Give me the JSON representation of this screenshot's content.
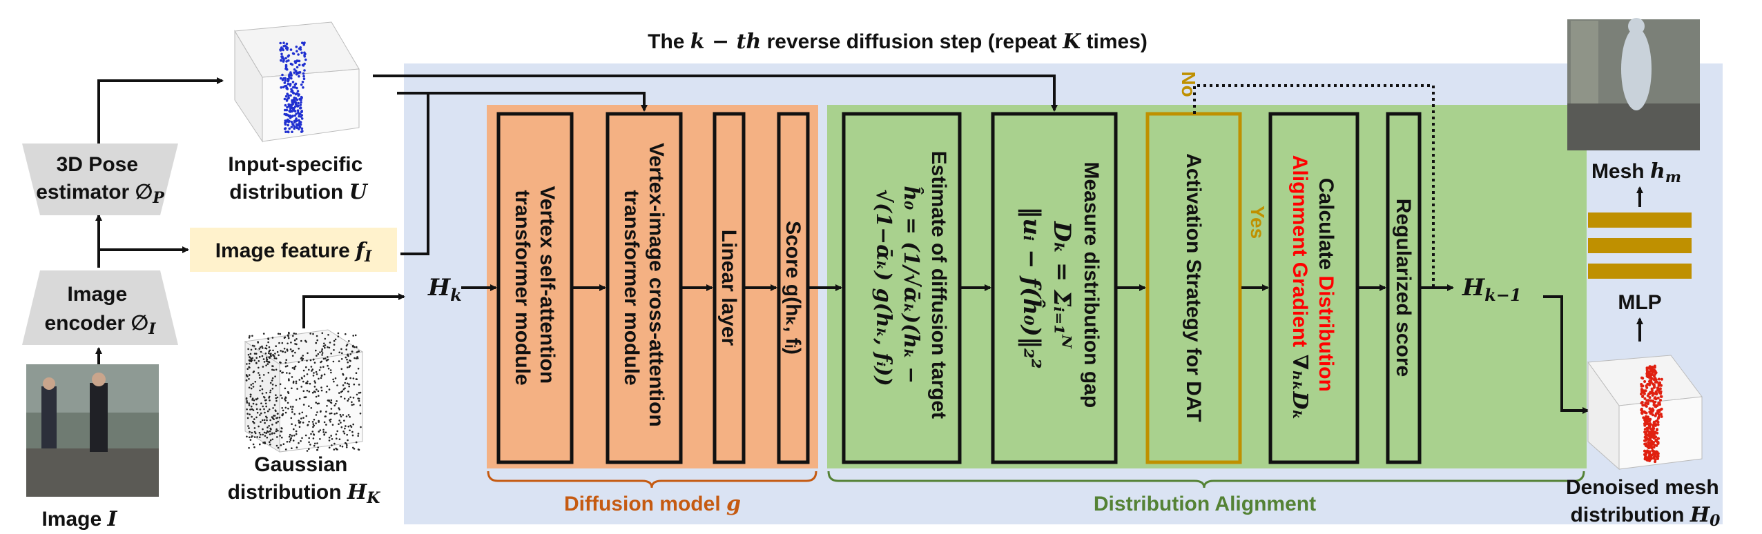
{
  "title": {
    "prefix": "The ",
    "math": "k − th",
    "middle": " reverse diffusion step (repeat ",
    "k": "K",
    "suffix": " times)"
  },
  "left": {
    "pose_estimator": {
      "line1": "3D Pose",
      "line2": "estimator ∅",
      "sub": "P"
    },
    "image_encoder": {
      "line1": "Image",
      "line2": "encoder ∅",
      "sub": "I"
    },
    "image_label": {
      "text": "Image ",
      "var": "I"
    },
    "input_dist": {
      "line1": "Input-specific",
      "line2": "distribution ",
      "var": "U"
    },
    "image_feature": {
      "text": "Image feature ",
      "var": "f",
      "sub": "I"
    },
    "gaussian": {
      "line1": "Gaussian",
      "line2": "distribution ",
      "var": "H",
      "sub": "K"
    }
  },
  "hk_in": {
    "var": "H",
    "sub": "k"
  },
  "hk_out": {
    "var": "H",
    "sub": "k−1"
  },
  "diffusion_group": {
    "label": "Diffusion model ",
    "var": "g",
    "modules": [
      {
        "line1": "Vertex self-attention",
        "line2": "transformer module"
      },
      {
        "line1": "Vertex-image cross-attention",
        "line2": "transformer module"
      },
      {
        "line1": "Linear layer",
        "line2": ""
      },
      {
        "line1": "Score g(h",
        "line2": ""
      }
    ],
    "score_text": "Score g(hₖ, fᵢ)"
  },
  "alignment_group": {
    "label": "Distribution Alignment",
    "estimate": {
      "line1": "Estimate of diffusion target",
      "line2": "ĥ₀ = (1/√ᾱₖ)(hₖ −",
      "line3": "√(1−ᾱₖ) g(hₖ, fᵢ))"
    },
    "measure": {
      "line1": "Measure distribution gap",
      "line2": "Dₖ = Σᵢ₌₁ᴺ",
      "line3": "‖uᵢ − f(ĥ₀)‖₂²"
    },
    "activation": {
      "line1": "Activation Strategy for DAT"
    },
    "gradient": {
      "line1a": "Calculate ",
      "line1b": "Distribution",
      "line2a": "Alignment Gradient",
      "line2b": " ∇ₕₖDₖ"
    },
    "regularized": {
      "line1": "Regularized score"
    },
    "yes": "Yes",
    "no": "No"
  },
  "right": {
    "mesh": {
      "text": "Mesh ",
      "var": "h",
      "sub": "m"
    },
    "mlp": "MLP",
    "denoised": {
      "line1": "Denoised mesh",
      "line2": "distribution ",
      "var": "H",
      "sub": "0"
    }
  },
  "colors": {
    "panel_bg": "#dae3f3",
    "diffusion_bg": "#f4b183",
    "diffusion_label": "#c55a11",
    "alignment_bg": "#a9d18e",
    "alignment_label": "#548235",
    "activation_border": "#bf9000",
    "yes_no": "#bf9000",
    "feature_bg": "#fff2cc",
    "gradient_red": "#ff0000",
    "mlp_gold": "#bf9000",
    "trapezoid": "#d9d9d9",
    "pose_points": "#2030d0",
    "mesh_points": "#e02010",
    "gauss_points": "#222222"
  }
}
